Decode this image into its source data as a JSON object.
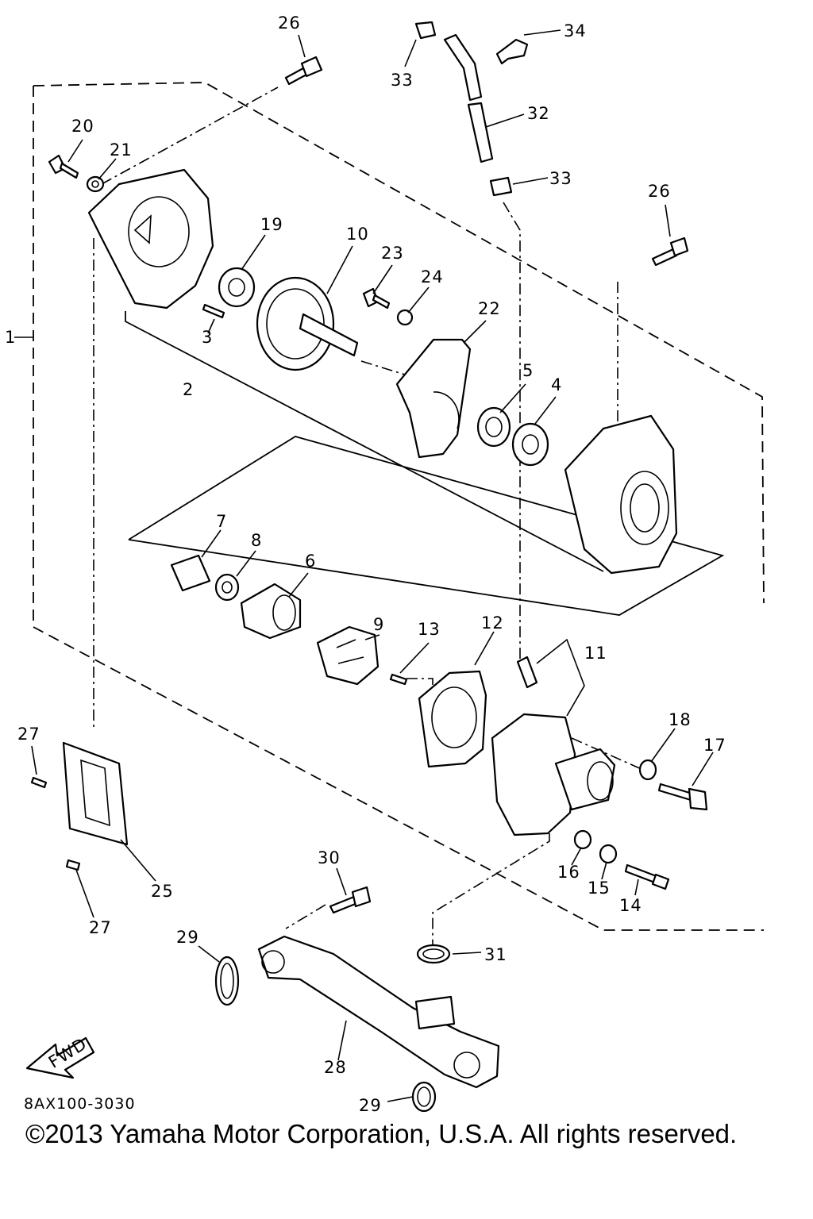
{
  "diagram": {
    "code": "8AX100-3030",
    "copyright": "©2013 Yamaha Motor Corporation, U.S.A. All rights reserved.",
    "fwd_label": "FWD",
    "callouts": [
      {
        "id": "c1",
        "label": "1"
      },
      {
        "id": "c2",
        "label": "2"
      },
      {
        "id": "c3",
        "label": "3"
      },
      {
        "id": "c4",
        "label": "4"
      },
      {
        "id": "c5",
        "label": "5"
      },
      {
        "id": "c6",
        "label": "6"
      },
      {
        "id": "c7",
        "label": "7"
      },
      {
        "id": "c8",
        "label": "8"
      },
      {
        "id": "c9",
        "label": "9"
      },
      {
        "id": "c10",
        "label": "10"
      },
      {
        "id": "c11",
        "label": "11"
      },
      {
        "id": "c12",
        "label": "12"
      },
      {
        "id": "c13",
        "label": "13"
      },
      {
        "id": "c14",
        "label": "14"
      },
      {
        "id": "c15",
        "label": "15"
      },
      {
        "id": "c16",
        "label": "16"
      },
      {
        "id": "c17",
        "label": "17"
      },
      {
        "id": "c18",
        "label": "18"
      },
      {
        "id": "c19",
        "label": "19"
      },
      {
        "id": "c20",
        "label": "20"
      },
      {
        "id": "c21",
        "label": "21"
      },
      {
        "id": "c22",
        "label": "22"
      },
      {
        "id": "c23",
        "label": "23"
      },
      {
        "id": "c24",
        "label": "24"
      },
      {
        "id": "c25",
        "label": "25"
      },
      {
        "id": "c26a",
        "label": "26"
      },
      {
        "id": "c26b",
        "label": "26"
      },
      {
        "id": "c27a",
        "label": "27"
      },
      {
        "id": "c27b",
        "label": "27"
      },
      {
        "id": "c28",
        "label": "28"
      },
      {
        "id": "c29a",
        "label": "29"
      },
      {
        "id": "c29b",
        "label": "29"
      },
      {
        "id": "c30",
        "label": "30"
      },
      {
        "id": "c31",
        "label": "31"
      },
      {
        "id": "c32",
        "label": "32"
      },
      {
        "id": "c33a",
        "label": "33"
      },
      {
        "id": "c33b",
        "label": "33"
      },
      {
        "id": "c34",
        "label": "34"
      }
    ]
  }
}
